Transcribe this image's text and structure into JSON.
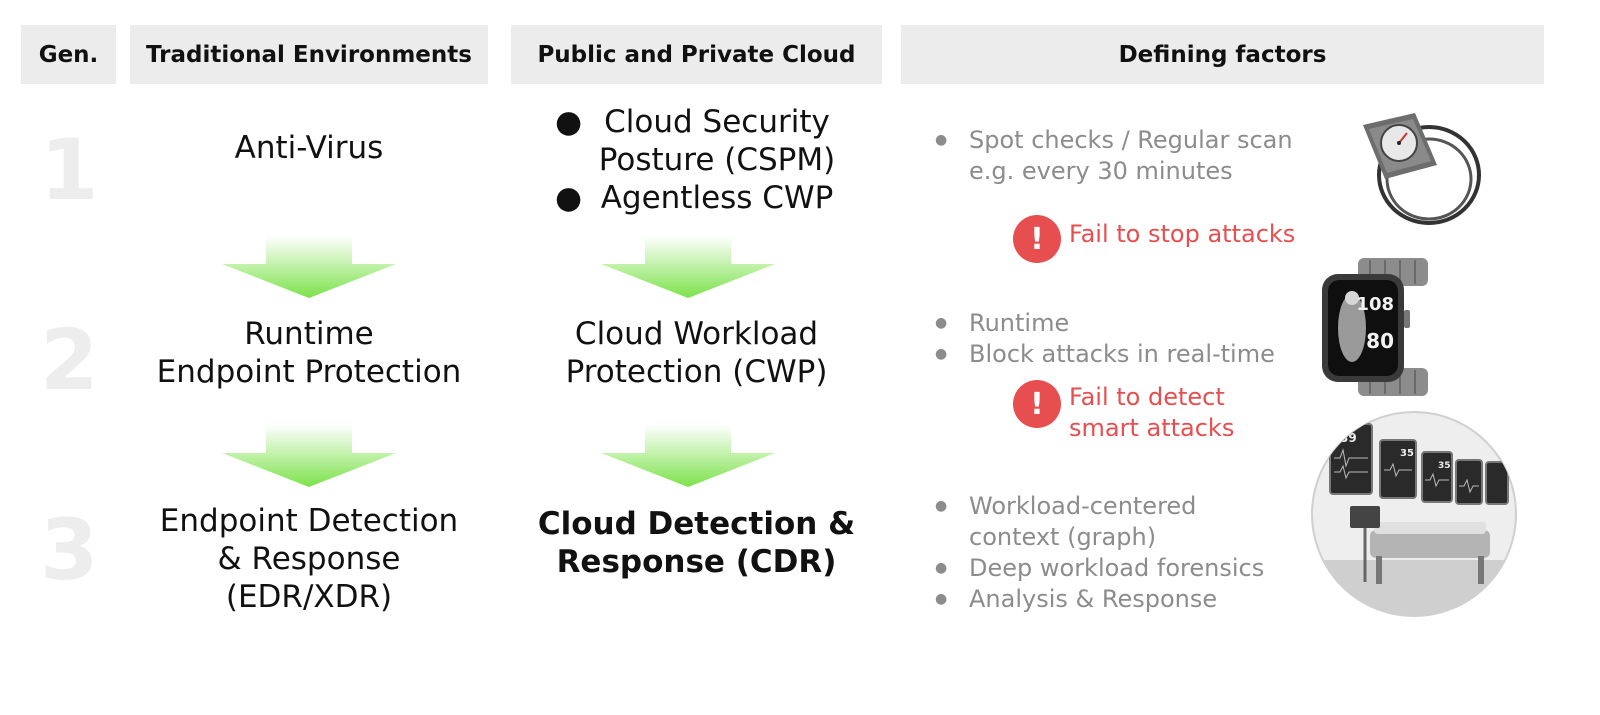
{
  "headers": {
    "gen": "Gen.",
    "traditional": "Traditional Environments",
    "cloud": "Public and Private Cloud",
    "factors": "Defining factors"
  },
  "generations": [
    {
      "number": "1",
      "traditional": [
        "Anti-Virus"
      ],
      "cloud_items": [
        "Cloud Security Posture (CSPM)",
        "Agentless CWP"
      ],
      "factors": [
        "Spot checks / Regular scan e.g. every 30 minutes"
      ],
      "warning": "Fail to stop attacks",
      "image_icon": "blood-pressure-monitor-icon"
    },
    {
      "number": "2",
      "traditional": [
        "Runtime",
        "Endpoint Protection"
      ],
      "cloud": [
        "Cloud Workload",
        "Protection (CWP)"
      ],
      "factors": [
        "Runtime",
        "Block attacks in real-time"
      ],
      "warning_lines": [
        "Fail to detect",
        "smart attacks"
      ],
      "image_icon": "smartwatch-icon",
      "watch_readouts": [
        "108",
        "80"
      ]
    },
    {
      "number": "3",
      "traditional": [
        "Endpoint Detection",
        "& Response",
        "(EDR/XDR)"
      ],
      "cloud": [
        "Cloud Detection &",
        "Response (CDR)"
      ],
      "factors": [
        "Workload-centered context (graph)",
        "Deep workload forensics",
        "Analysis & Response"
      ],
      "image_icon": "hospital-monitor-icon",
      "monitor_readouts": [
        "39",
        "35",
        "35"
      ]
    }
  ],
  "colors": {
    "header_bg": "#ececec",
    "arrow_green": "#7ce24a",
    "warning_red": "#e74e50",
    "factor_gray": "#8c8c8c",
    "gen_number": "#ededed"
  }
}
